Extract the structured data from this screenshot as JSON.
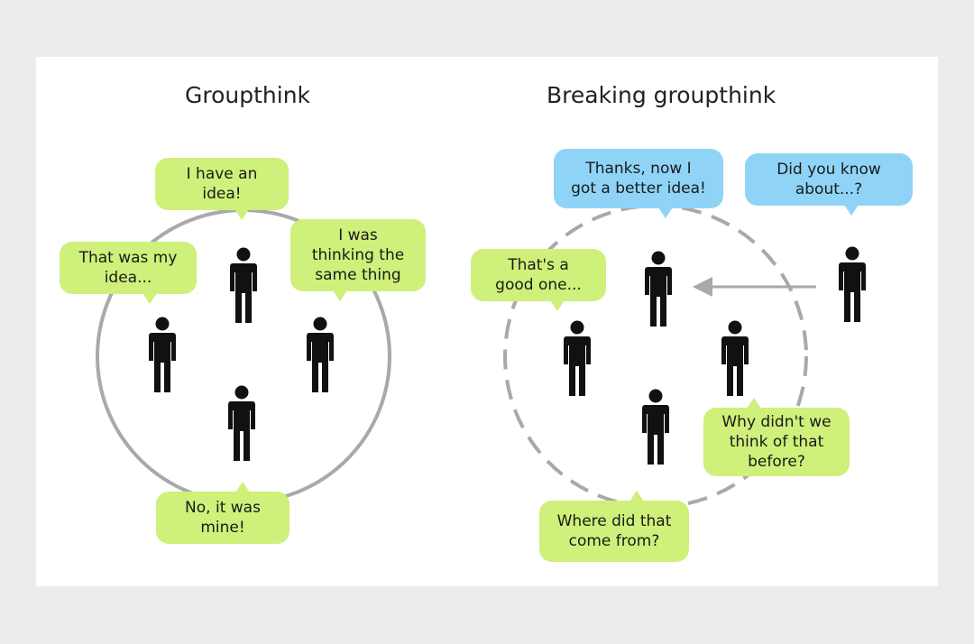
{
  "left": {
    "title": "Groupthink",
    "bubbles": {
      "top": "I have an\nidea!",
      "left": "That was my\nidea...",
      "right": "I was\nthinking the\nsame thing",
      "bottom": "No, it was\nmine!"
    }
  },
  "right": {
    "title": "Breaking groupthink",
    "bubbles": {
      "thanks": "Thanks, now I\ngot a better idea!",
      "did_you_know": "Did you know\nabout...?",
      "good_one": "That's a\ngood one...",
      "why_didnt": "Why didn't we\nthink of that\nbefore?",
      "where_did": "Where did that\ncome from?"
    }
  },
  "colors": {
    "green_bubble": "#cff07a",
    "blue_bubble": "#8fd4f7",
    "circle": "#a9a9a9",
    "person": "#111111"
  }
}
